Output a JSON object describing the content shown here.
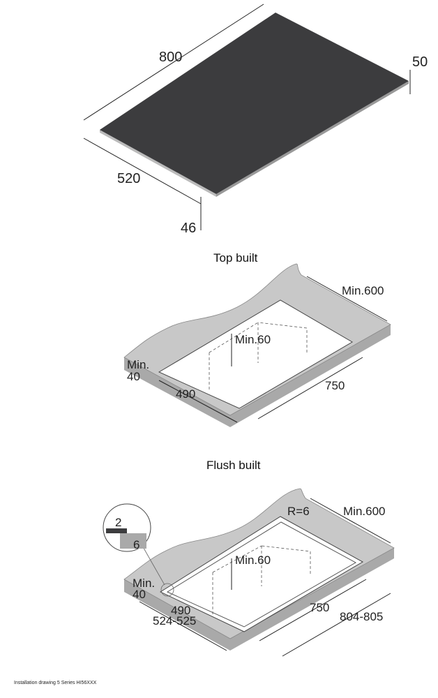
{
  "hob": {
    "width": "800",
    "depth": "520",
    "height_back": "50",
    "height_front": "46"
  },
  "top_built": {
    "title": "Top built",
    "min_back": "Min.600",
    "min_below": "Min.60",
    "min_front_line1": "Min.",
    "min_front_line2": "40",
    "cut_depth": "490",
    "cut_width": "750"
  },
  "flush_built": {
    "title": "Flush built",
    "radius": "R=6",
    "min_back": "Min.600",
    "min_below": "Min.60",
    "min_front_line1": "Min.",
    "min_front_line2": "40",
    "cut_depth": "490",
    "rebate_depth": "524-525",
    "cut_width": "750",
    "rebate_width": "804-805",
    "detail_gap": "2",
    "detail_depth": "6"
  },
  "footer": "Installation drawing 5 Series HI56XXX",
  "colors": {
    "hob": "#3c3c3e",
    "counter": "#c8c8c8",
    "counter_edge": "#a9a9a9"
  }
}
